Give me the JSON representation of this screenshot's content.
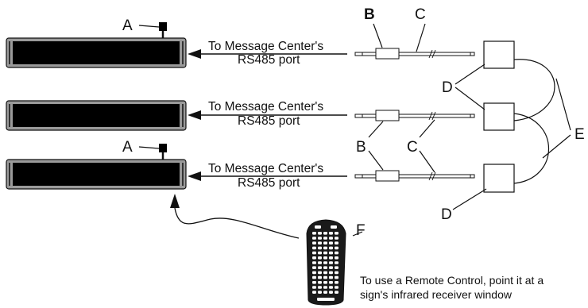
{
  "labels": {
    "a_top": "A",
    "a_bottom": "A",
    "b_top": "B",
    "b_mid": "B",
    "c_top": "C",
    "c_mid": "C",
    "d_upper": "D",
    "d_lower": "D",
    "e": "E",
    "f": "F"
  },
  "signs": [
    {
      "port_line1": "To Message Center's",
      "port_line2": "RS485 port"
    },
    {
      "port_line1": "To Message Center's",
      "port_line2": "RS485 port"
    },
    {
      "port_line1": "To Message Center's",
      "port_line2": "RS485 port"
    }
  ],
  "remote_note": {
    "line1": "To use a Remote Control, point it at a",
    "line2": "sign's infrared receiver window"
  },
  "colors": {
    "ink": "#111111",
    "sign_frame": "#9a9a9a",
    "sign_face": "#000000",
    "remote_body": "#1a1a1a",
    "remote_buttons": "#ffffff"
  }
}
